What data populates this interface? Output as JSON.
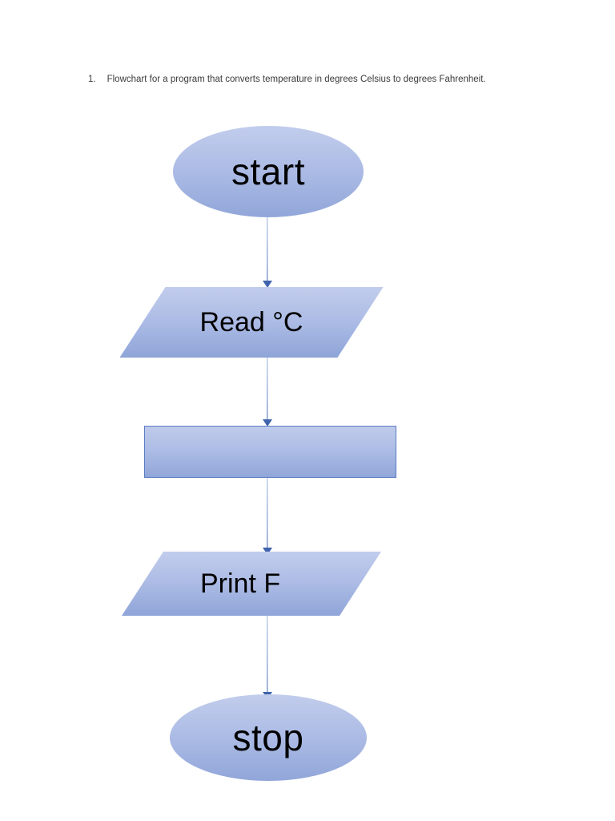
{
  "caption": {
    "number": "1.",
    "text": "Flowchart for a program that converts temperature in degrees Celsius to degrees Fahrenheit."
  },
  "flowchart": {
    "title": "temperature-conversion-flowchart",
    "accent_color": "#aebde6",
    "border_color": "#5b7cc4",
    "connector_color": "#3f63ad",
    "nodes": [
      {
        "id": "start",
        "shape": "oval",
        "label": "start"
      },
      {
        "id": "read-c",
        "shape": "parallelogram",
        "label": "Read °C"
      },
      {
        "id": "process",
        "shape": "rectangle",
        "label": ""
      },
      {
        "id": "print-f",
        "shape": "parallelogram",
        "label": "Print F"
      },
      {
        "id": "stop",
        "shape": "oval",
        "label": "stop"
      }
    ],
    "connectors": [
      {
        "from": "start",
        "to": "read-c"
      },
      {
        "from": "read-c",
        "to": "process"
      },
      {
        "from": "process",
        "to": "print-f"
      },
      {
        "from": "print-f",
        "to": "stop"
      }
    ]
  }
}
